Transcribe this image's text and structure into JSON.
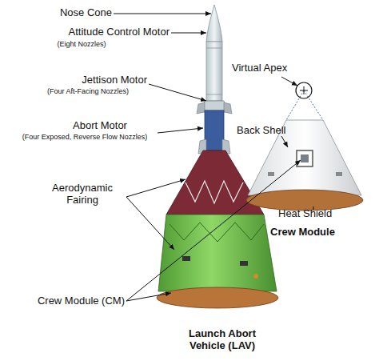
{
  "diagram": {
    "labels": [
      "Nose Cone",
      "Attitude Control Motor",
      "(Eight Nozzles)",
      "Jettison Motor",
      "(Four Aft-Facing Nozzles)",
      "Abort Motor",
      "(Four Exposed, Reverse Flow Nozzles)",
      "Aerodynamic Fairing",
      "Crew Module (CM)",
      "Launch Abort Vehicle (LAV)",
      "Virtual Apex",
      "Back Shell",
      "Heat Shield",
      "Crew Module"
    ]
  }
}
